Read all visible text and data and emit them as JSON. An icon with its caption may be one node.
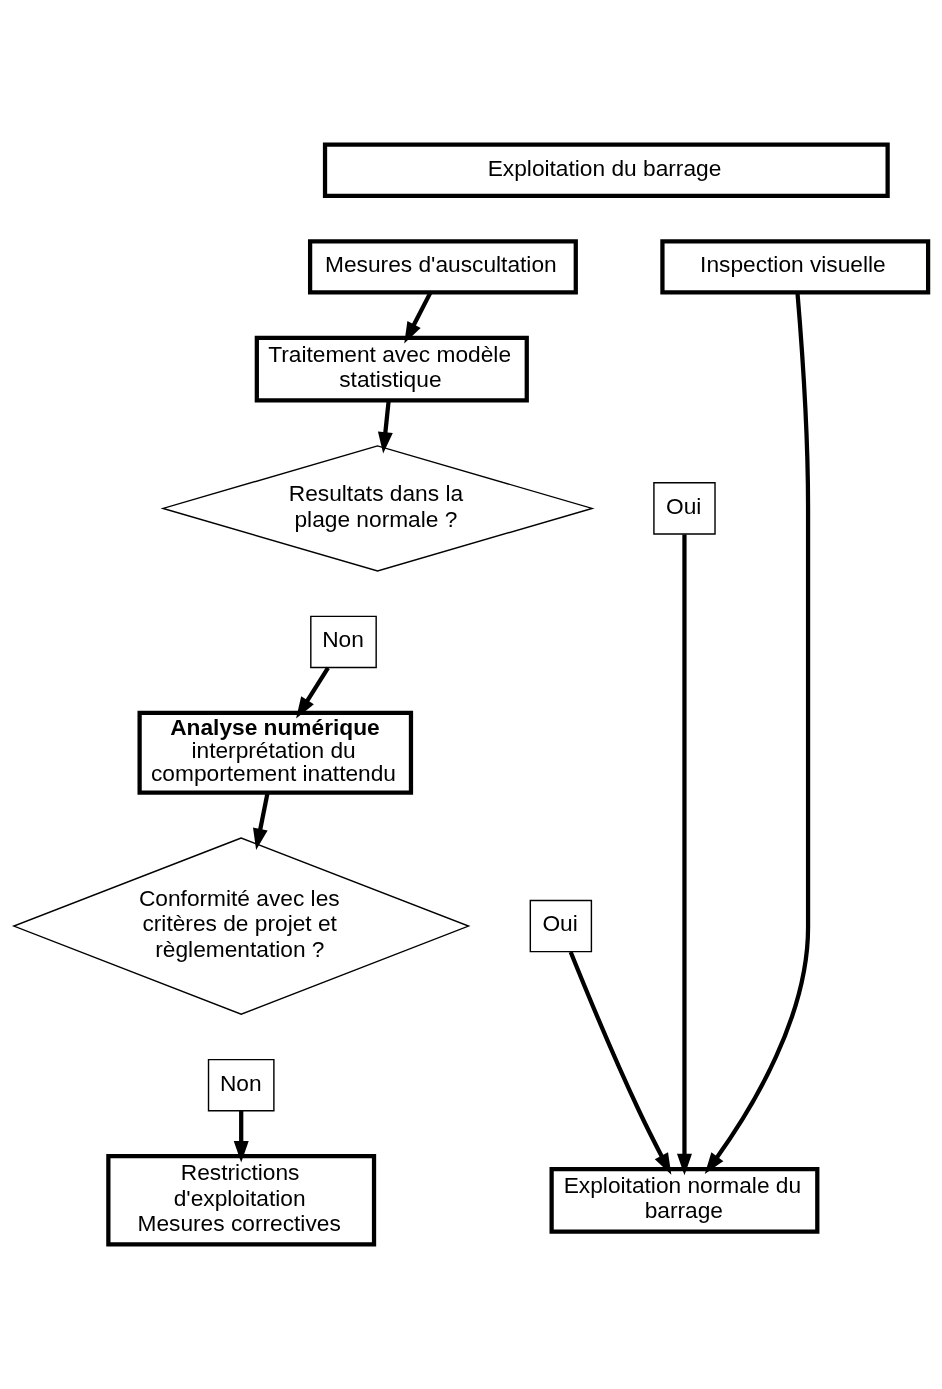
{
  "diagram": {
    "nodes": [
      {
        "text": [
          "Exploitation du barrage"
        ]
      },
      {
        "text": [
          "Mesures d'auscultation"
        ]
      },
      {
        "text": [
          "Inspection visuelle"
        ]
      },
      {
        "text": [
          "Traitement avec modèle statistique"
        ]
      },
      {
        "text": [
          "Resultats dans la plage normale ?"
        ]
      },
      {
        "text": [
          "Oui"
        ]
      },
      {
        "text": [
          "Non"
        ]
      },
      {
        "text": [
          "Analyse numérique",
          "interprétation du comportement inattendu"
        ]
      },
      {
        "text": [
          "Conformité avec les critères de projet et règlementation ?"
        ]
      },
      {
        "text": [
          "Oui"
        ]
      },
      {
        "text": [
          "Non"
        ]
      },
      {
        "text": [
          "Restrictions d'exploitation",
          "Mesures correctives"
        ]
      },
      {
        "text": [
          "Exploitation normale du barrage"
        ]
      }
    ],
    "edges": [
      {
        "from": 1,
        "to": 3,
        "arrow": "to"
      },
      {
        "from": 3,
        "to": 4,
        "arrow": "to"
      },
      {
        "from": 6,
        "to": 7,
        "arrow": "to"
      },
      {
        "from": 7,
        "to": 8,
        "arrow": "to"
      },
      {
        "from": 10,
        "to": 11,
        "arrow": "to"
      },
      {
        "from": 5,
        "to": 12,
        "arrow": "to"
      },
      {
        "from": 9,
        "to": 12,
        "arrow": "to"
      },
      {
        "from": 2,
        "to": 12,
        "arrow": "to"
      }
    ]
  }
}
